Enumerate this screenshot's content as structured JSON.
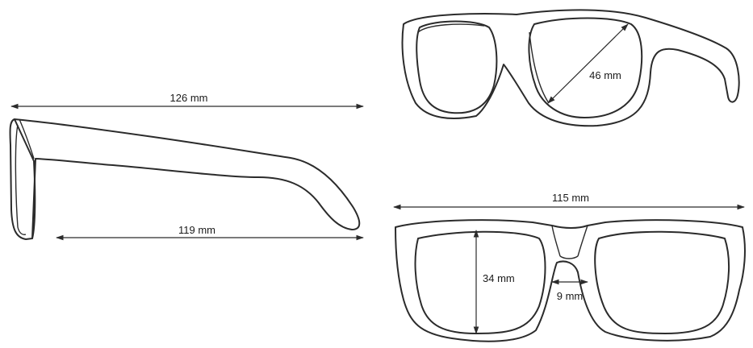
{
  "dimensions": {
    "temple_total": "126 mm",
    "temple_length": "119 mm",
    "lens_diagonal": "46 mm",
    "frame_width": "115 mm",
    "lens_height": "34 mm",
    "bridge_width": "9 mm"
  },
  "colors": {
    "line": "#2b2b2b",
    "background": "#ffffff"
  }
}
